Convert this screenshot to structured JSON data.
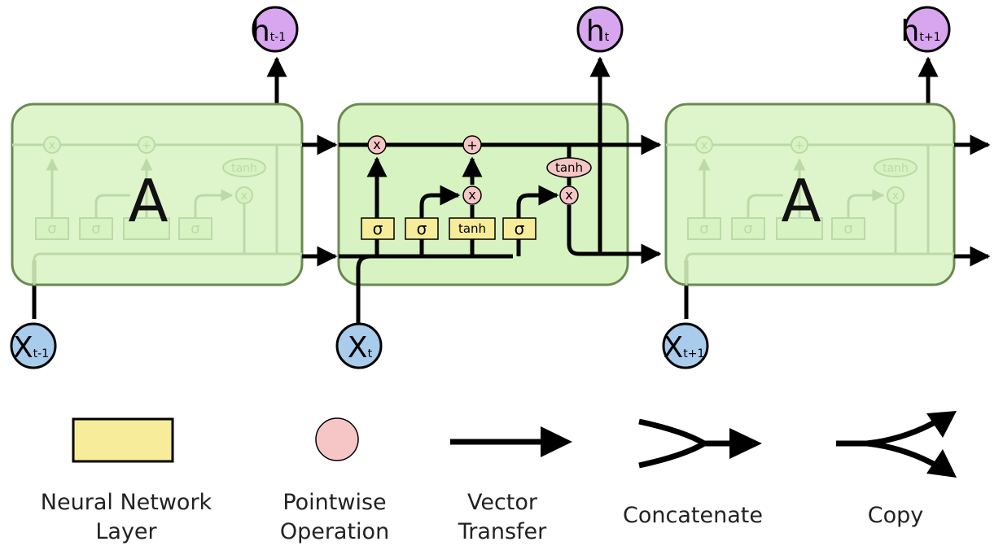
{
  "colors": {
    "cell_fill": "#d8f3c2",
    "cell_stroke": "#6a8a50",
    "layer_fill": "#f7ec9a",
    "op_fill": "#f6c6c6",
    "h_fill": "#d7a6ee",
    "x_fill": "#a9ccec",
    "line": "#000000"
  },
  "cells": {
    "left_label": "A",
    "right_label": "A"
  },
  "nodes": {
    "h_prev_main": "h",
    "h_prev_sub": "t-1",
    "h_curr_main": "h",
    "h_curr_sub": "t",
    "h_next_main": "h",
    "h_next_sub": "t+1",
    "x_prev_main": "X",
    "x_prev_sub": "t-1",
    "x_curr_main": "X",
    "x_curr_sub": "t",
    "x_next_main": "X",
    "x_next_sub": "t+1"
  },
  "center_cell": {
    "ops": {
      "forget_mult": "x",
      "add": "+",
      "input_mult": "x",
      "output_mult": "x",
      "tanh_op": "tanh"
    },
    "layers": [
      "σ",
      "σ",
      "tanh",
      "σ"
    ]
  },
  "side_cells_faded": {
    "ops": [
      "x",
      "+",
      "x"
    ],
    "tanh_op": "tanh",
    "layers": [
      "σ",
      "σ",
      "",
      "σ"
    ]
  },
  "legend": [
    {
      "icon": "neural-network-layer-icon",
      "line1": "Neural Network",
      "line2": "Layer"
    },
    {
      "icon": "pointwise-operation-icon",
      "line1": "Pointwise",
      "line2": "Operation"
    },
    {
      "icon": "vector-transfer-icon",
      "line1": "Vector",
      "line2": "Transfer"
    },
    {
      "icon": "concatenate-icon",
      "line1": "Concatenate",
      "line2": ""
    },
    {
      "icon": "copy-icon",
      "line1": "Copy",
      "line2": ""
    }
  ]
}
